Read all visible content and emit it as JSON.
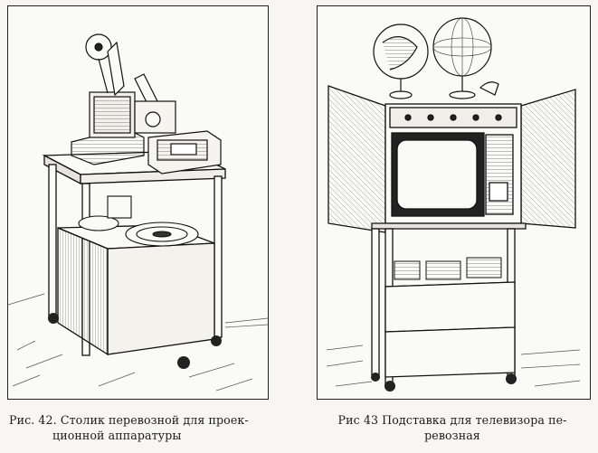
{
  "figures": [
    {
      "caption_line1": "Рис. 42. Столик перевозной для проек-",
      "caption_line2": "ционной аппаратуры"
    },
    {
      "caption_line1": "Рис 43 Подставка для телевизора пе-",
      "caption_line2": "ревозная"
    }
  ]
}
